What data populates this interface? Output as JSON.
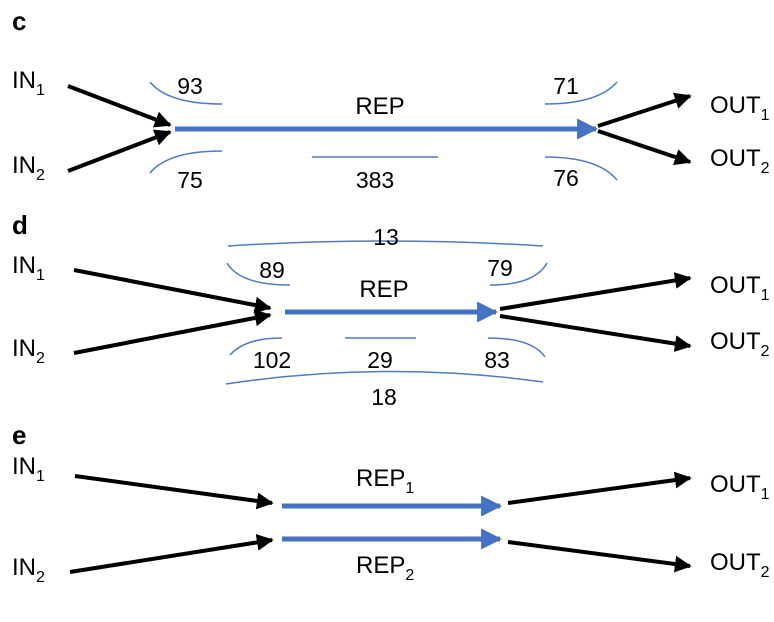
{
  "colors": {
    "black_arrow": "#000000",
    "blue_arrow": "#4472c4",
    "arc": "#4e79c6"
  },
  "panel_c": {
    "letter": "c",
    "in1": "IN",
    "in1_sub": "1",
    "in2": "IN",
    "in2_sub": "2",
    "out1": "OUT",
    "out1_sub": "1",
    "out2": "OUT",
    "out2_sub": "2",
    "rep": "REP",
    "n_in1_rep": "93",
    "n_in2_rep": "75",
    "n_rep": "383",
    "n_rep_out1": "71",
    "n_rep_out2": "76"
  },
  "panel_d": {
    "letter": "d",
    "in1": "IN",
    "in1_sub": "1",
    "in2": "IN",
    "in2_sub": "2",
    "out1": "OUT",
    "out1_sub": "1",
    "out2": "OUT",
    "out2_sub": "2",
    "rep": "REP",
    "n_top_span": "13",
    "n_in1_rep": "89",
    "n_rep_out1": "79",
    "n_in2_rep": "102",
    "n_rep": "29",
    "n_rep_out2": "83",
    "n_bottom_span": "18"
  },
  "panel_e": {
    "letter": "e",
    "in1": "IN",
    "in1_sub": "1",
    "in2": "IN",
    "in2_sub": "2",
    "out1": "OUT",
    "out1_sub": "1",
    "out2": "OUT",
    "out2_sub": "2",
    "rep1": "REP",
    "rep1_sub": "1",
    "rep2": "REP",
    "rep2_sub": "2"
  }
}
